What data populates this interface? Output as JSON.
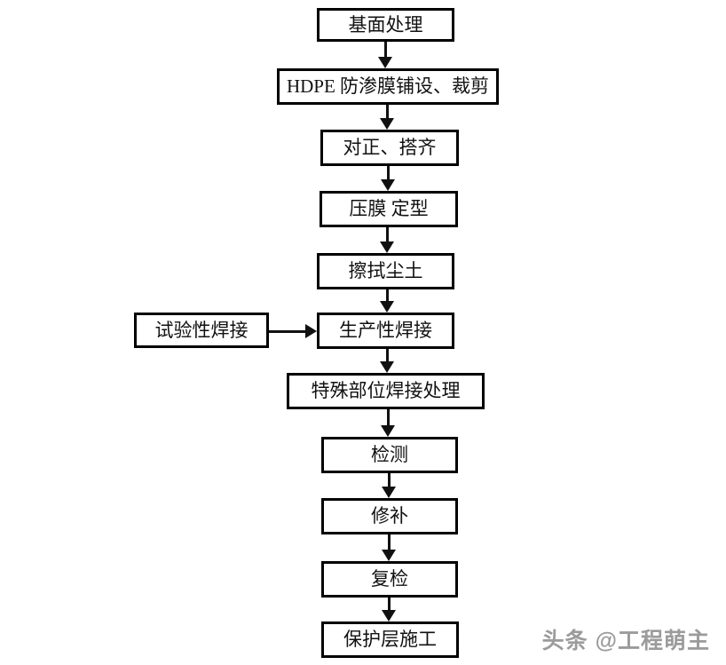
{
  "diagram": {
    "type": "flowchart",
    "direction": "top-down",
    "nodes": [
      {
        "id": "base-treatment",
        "label": "基面处理"
      },
      {
        "id": "hdpe-laying-cutting",
        "label": "HDPE 防渗膜铺设、裁剪"
      },
      {
        "id": "align-overlap",
        "label": "对正、搭齐"
      },
      {
        "id": "press-film-shaping",
        "label": "压膜 定型"
      },
      {
        "id": "wipe-dust",
        "label": "擦拭尘土"
      },
      {
        "id": "production-welding",
        "label": "生产性焊接"
      },
      {
        "id": "trial-welding",
        "label": "试验性焊接"
      },
      {
        "id": "special-part-welding",
        "label": "特殊部位焊接处理"
      },
      {
        "id": "inspection",
        "label": "检测"
      },
      {
        "id": "repair",
        "label": "修补"
      },
      {
        "id": "re-inspection",
        "label": "复检"
      },
      {
        "id": "protective-layer",
        "label": "保护层施工"
      }
    ],
    "edges": [
      {
        "from": "base-treatment",
        "to": "hdpe-laying-cutting"
      },
      {
        "from": "hdpe-laying-cutting",
        "to": "align-overlap"
      },
      {
        "from": "align-overlap",
        "to": "press-film-shaping"
      },
      {
        "from": "press-film-shaping",
        "to": "wipe-dust"
      },
      {
        "from": "wipe-dust",
        "to": "production-welding"
      },
      {
        "from": "trial-welding",
        "to": "production-welding"
      },
      {
        "from": "production-welding",
        "to": "special-part-welding"
      },
      {
        "from": "special-part-welding",
        "to": "inspection"
      },
      {
        "from": "inspection",
        "to": "repair"
      },
      {
        "from": "repair",
        "to": "re-inspection"
      },
      {
        "from": "re-inspection",
        "to": "protective-layer"
      }
    ]
  },
  "watermark": {
    "text": "头条 @工程萌主",
    "color": "#9b9b9b"
  },
  "colors": {
    "background": "#ffffff",
    "node_border": "#000000",
    "arrow": "#111111",
    "text": "#111111"
  }
}
